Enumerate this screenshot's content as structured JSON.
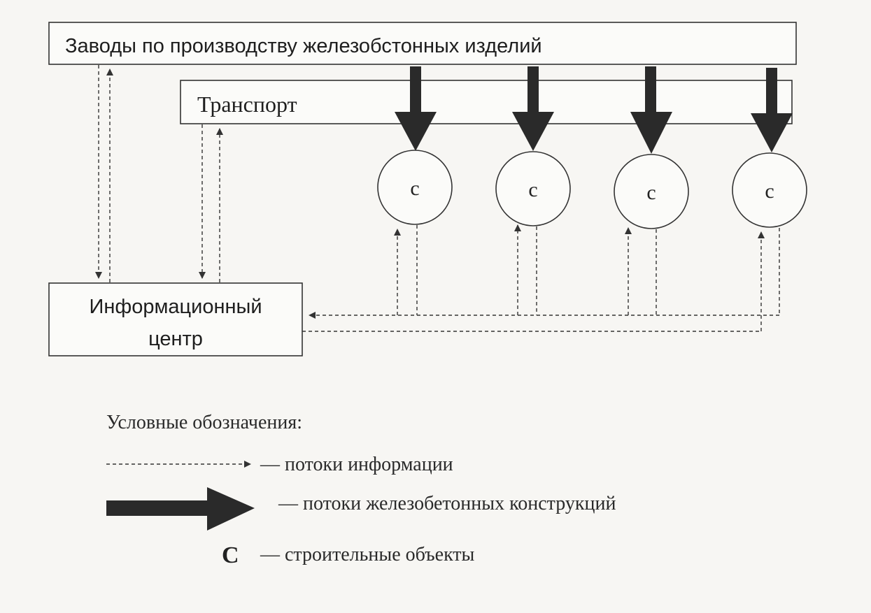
{
  "boxes": {
    "factories": "Заводы по производству железобстонных изделий",
    "transport": "Транспорт",
    "info_center_line1": "Информационный",
    "info_center_line2": "центр"
  },
  "sites": [
    {
      "label": "с"
    },
    {
      "label": "с"
    },
    {
      "label": "с"
    },
    {
      "label": "с"
    }
  ],
  "legend": {
    "title": "Условные обозначения:",
    "info_flow": "— потоки информации",
    "concrete_flow": "— потоки железобетонных конструкций",
    "site_symbol": "С",
    "site_desc": "— строительные объекты"
  },
  "colors": {
    "background": "#f7f6f3",
    "ink": "#2a2a2a"
  }
}
